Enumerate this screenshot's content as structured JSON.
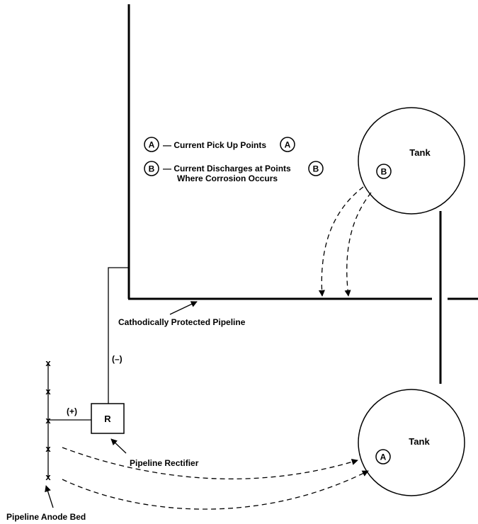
{
  "legend": {
    "a_marker": "A",
    "a_text": "— Current Pick Up Points",
    "a_marker_end": "A",
    "b_marker": "B",
    "b_text_line1": "— Current Discharges at Points",
    "b_marker_end": "B",
    "b_text_line2": "Where Corrosion Occurs"
  },
  "tank_top": {
    "label": "Tank",
    "marker": "B"
  },
  "tank_bottom": {
    "label": "Tank",
    "marker": "A"
  },
  "pipeline_label": "Cathodically Protected Pipeline",
  "rectifier": {
    "box_label": "R",
    "caption": "Pipeline Rectifier"
  },
  "polarity": {
    "negative": "(–)",
    "positive": "(+)"
  },
  "anode_bed": {
    "caption": "Pipeline Anode Bed",
    "anode_mark": "x"
  }
}
